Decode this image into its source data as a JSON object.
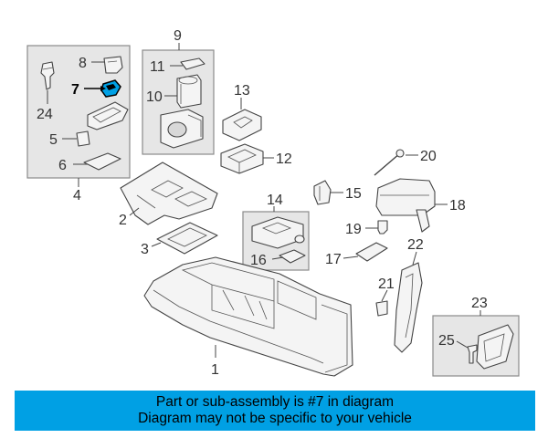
{
  "diagram": {
    "highlighted_part": "7",
    "highlight_color": "#00a0e4",
    "callouts": [
      "1",
      "2",
      "3",
      "4",
      "5",
      "6",
      "7",
      "8",
      "9",
      "10",
      "11",
      "12",
      "13",
      "14",
      "15",
      "16",
      "17",
      "18",
      "19",
      "20",
      "21",
      "22",
      "23",
      "24",
      "25"
    ]
  },
  "banner": {
    "line1": "Part or sub-assembly is #7 in diagram",
    "line2": "Diagram may not be specific to your vehicle",
    "background": "#00a0e4"
  }
}
